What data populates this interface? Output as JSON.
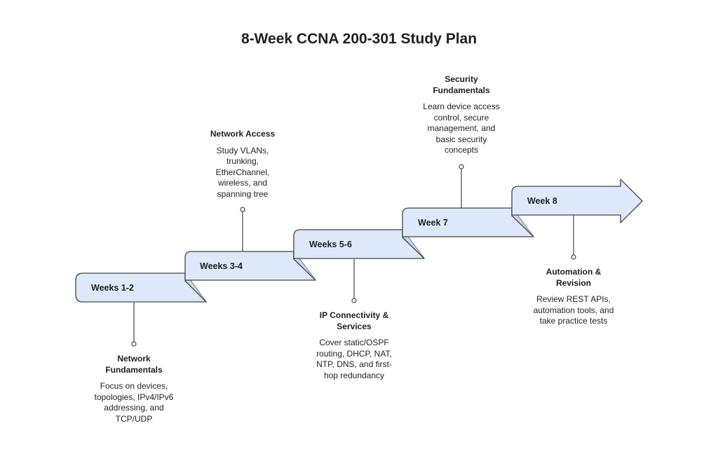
{
  "title": "8-Week CCNA 200-301 Study Plan",
  "colors": {
    "step_fill": "#dde9fa",
    "stroke": "#444444",
    "text": "#1f1f1f"
  },
  "steps": [
    {
      "label": "Weeks 1-2",
      "title": "Network Fundamentals",
      "desc": "Focus on devices, topologies, IPv4/IPv6 addressing, and TCP/UDP"
    },
    {
      "label": "Weeks 3-4",
      "title": "Network Access",
      "desc": "Study VLANs, trunking, EtherChannel, wireless, and spanning tree"
    },
    {
      "label": "Weeks 5-6",
      "title": "IP Connectivity & Services",
      "desc": "Cover static/OSPF routing, DHCP, NAT, NTP, DNS, and first-hop redundancy"
    },
    {
      "label": "Week 7",
      "title": "Security Fundamentals",
      "desc": "Learn device access control, secure management, and basic security concepts"
    },
    {
      "label": "Week 8",
      "title": "Automation & Revision",
      "desc": "Review REST APIs, automation tools, and take practice tests"
    }
  ]
}
